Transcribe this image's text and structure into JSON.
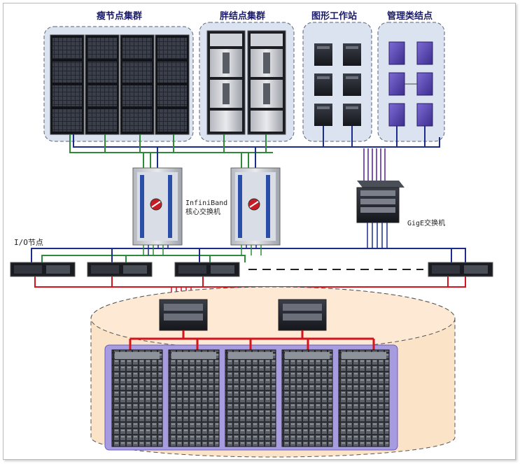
{
  "labels": {
    "thin_cluster": "瘦节点集群",
    "fat_cluster": "胖结点集群",
    "workstation": "图形工作站",
    "management": "管理类结点",
    "infiniband_1": "InfiniBand",
    "infiniband_2": "核心交换机",
    "gige": "GigE交换机",
    "io": "I/O节点"
  },
  "colors": {
    "green_link": "#2f8a3a",
    "blue_link": "#1c2c8c",
    "red_link": "#d4141c",
    "purple_link": "#5a2ca0",
    "group_bg": "#dbe3f1",
    "storage_bg": "#fbe3c8",
    "storage_panel": "#a79ce0"
  },
  "icons": {
    "thin_rack": "blade-rack-icon",
    "fat_rack": "server-rack-icon",
    "workstation": "tower-pc-icon",
    "management": "purple-server-icon",
    "infiniband_switch": "infiniband-switch-icon",
    "gige_switch": "gige-switch-icon",
    "io_node": "rack-server-1u-icon",
    "storage_switch": "san-switch-icon",
    "disk_array": "disk-array-icon"
  }
}
